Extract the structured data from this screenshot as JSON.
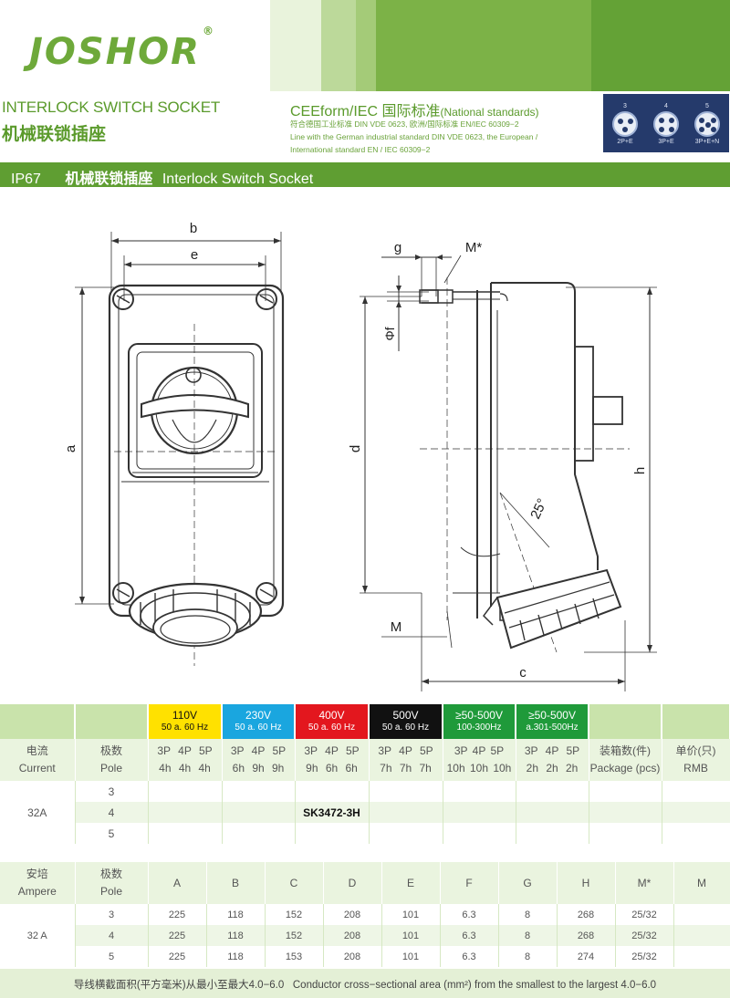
{
  "brand": {
    "logo": "JOSHOR",
    "reg": "®"
  },
  "colors": {
    "brand_green": "#5f9e32",
    "volt_110": "#ffe100",
    "volt_230": "#1aa6df",
    "volt_400": "#e3171e",
    "volt_500": "#111111",
    "freq_green": "#1f9a3a"
  },
  "header": {
    "title_en": "INTERLOCK SWITCH SOCKET",
    "title_cn": "机械联锁插座",
    "std_title": "CEEform/IEC  国际标准",
    "std_title_small": "(National standards)",
    "std_lines": [
      "符合德国工业标准 DIN VDE  0623, 欧洲/国际标准 EN/IEC 60309−2",
      "Line with the German industrial standard DIN VDE 0623, the European /",
      "International standard EN / IEC 60309−2"
    ],
    "plugs": [
      {
        "num": "3",
        "label": "2P+E"
      },
      {
        "num": "4",
        "label": "3P+E"
      },
      {
        "num": "5",
        "label": "3P+E+N"
      }
    ]
  },
  "section_bar": {
    "ip": "IP67",
    "title_cn": "机械联锁插座",
    "title_en": "Interlock Switch Socket"
  },
  "drawing_labels": {
    "b": "b",
    "e": "e",
    "a": "a",
    "g": "g",
    "m_star": "M*",
    "phi_f": "Φf",
    "d": "d",
    "h": "h",
    "c": "c",
    "m": "M",
    "angle": "25°"
  },
  "table1": {
    "voltages": [
      {
        "v": "110V",
        "f": "50 a. 60 Hz"
      },
      {
        "v": "230V",
        "f": "50 a. 60 Hz"
      },
      {
        "v": "400V",
        "f": "50 a. 60 Hz"
      },
      {
        "v": "500V",
        "f": "50 a. 60 Hz"
      },
      {
        "v": "≥50-500V",
        "f": "100-300Hz"
      },
      {
        "v": "≥50-500V",
        "f": "a.301-500Hz"
      }
    ],
    "label_row": {
      "current_cn": "电流",
      "current_en": "Current",
      "pole_cn": "极数",
      "pole_en": "Pole",
      "poles": [
        {
          "p": "3P  4P  5P",
          "h": "4h  4h  4h"
        },
        {
          "p": "3P  4P  5P",
          "h": "6h  9h  9h"
        },
        {
          "p": "3P  4P  5P",
          "h": "9h  6h  6h"
        },
        {
          "p": "3P  4P  5P",
          "h": "7h  7h  7h"
        },
        {
          "p": "3P  4P  5P",
          "h": "10h 10h 10h"
        },
        {
          "p": "3P  4P  5P",
          "h": "2h  2h  2h"
        }
      ],
      "package_cn": "装箱数(件)",
      "package_en": "Package (pcs)",
      "price_cn": "单价(只)",
      "price_en": "RMB"
    },
    "current": "32A",
    "rows": [
      {
        "pole": "3",
        "model": ""
      },
      {
        "pole": "4",
        "model": "SK3472-3H"
      },
      {
        "pole": "5",
        "model": ""
      }
    ]
  },
  "table2": {
    "label_row": {
      "ampere_cn": "安培",
      "ampere_en": "Ampere",
      "pole_cn": "极数",
      "pole_en": "Pole",
      "cols": [
        "A",
        "B",
        "C",
        "D",
        "E",
        "F",
        "G",
        "H",
        "M*",
        "M"
      ]
    },
    "current": "32 A",
    "rows": [
      {
        "pole": "3",
        "vals": [
          "225",
          "118",
          "152",
          "208",
          "101",
          "6.3",
          "8",
          "268",
          "25/32",
          ""
        ]
      },
      {
        "pole": "4",
        "vals": [
          "225",
          "118",
          "152",
          "208",
          "101",
          "6.3",
          "8",
          "268",
          "25/32",
          ""
        ]
      },
      {
        "pole": "5",
        "vals": [
          "225",
          "118",
          "153",
          "208",
          "101",
          "6.3",
          "8",
          "274",
          "25/32",
          ""
        ]
      }
    ]
  },
  "footnote": {
    "cn": "导线横截面积(平方毫米)从最小至最大4.0−6.0",
    "en": "Conductor cross−sectional area (mm²) from the smallest to the largest 4.0−6.0"
  }
}
